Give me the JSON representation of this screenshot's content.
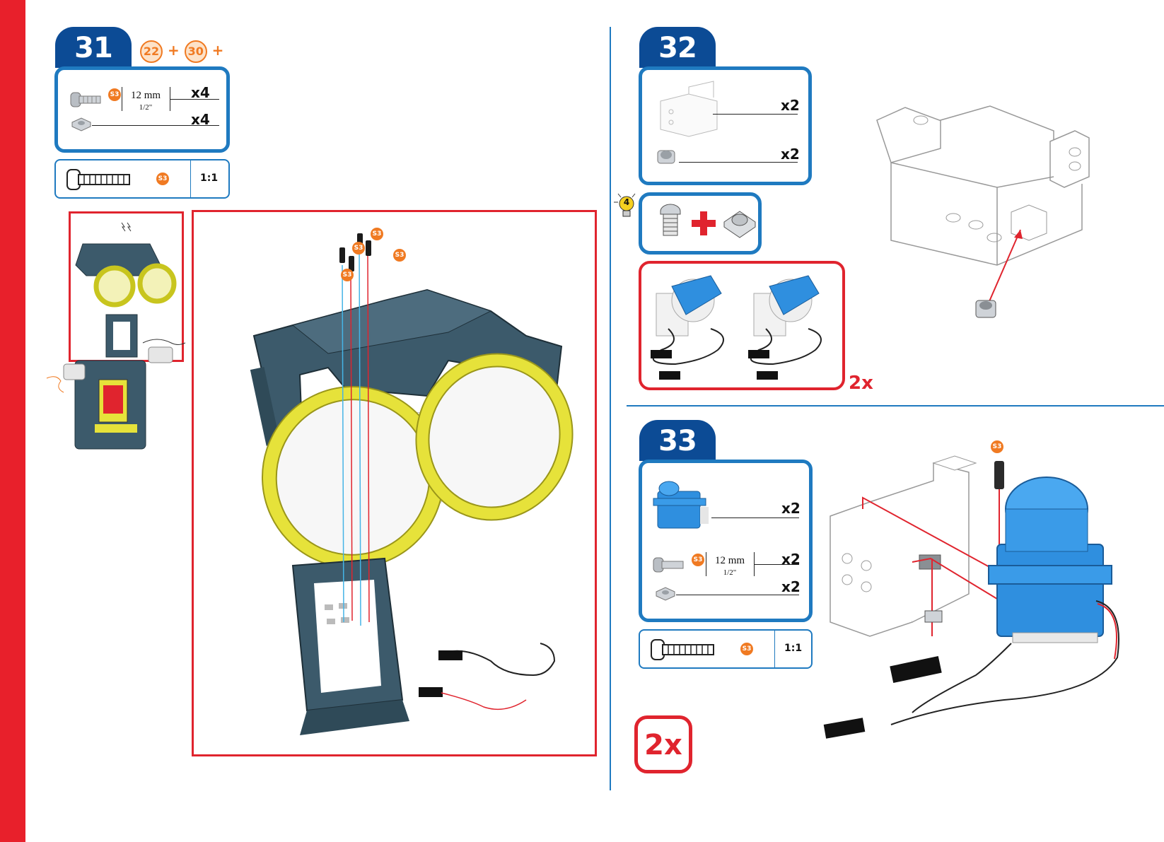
{
  "colors": {
    "accent_blue": "#1f7ac0",
    "step_tab": "#0c4b95",
    "red": "#e0242e",
    "orange": "#f07a22",
    "part_blue": "#2f8fdf",
    "frame_dark": "#3c5a6b",
    "ring_yellow": "#e6e23a"
  },
  "step31": {
    "number": "31",
    "prev_steps": [
      "22",
      "30"
    ],
    "plus": "+",
    "screw_badge": "S3",
    "length_mm": "12 mm",
    "length_in": "1/2\"",
    "screw_qty": "x4",
    "nut_qty": "x4",
    "scale_badge": "S3",
    "scale_ratio": "1:1",
    "callout_badges": [
      "S3",
      "S3",
      "S3",
      "S3"
    ]
  },
  "step32": {
    "number": "32",
    "bracket_qty": "x2",
    "nut_qty": "x2",
    "tip_number": "4",
    "repeat": "2x"
  },
  "step33": {
    "number": "33",
    "servo_qty": "x2",
    "screw_badge": "S3",
    "length_mm": "12 mm",
    "length_in": "1/2\"",
    "screw_qty": "x2",
    "nut_qty": "x2",
    "scale_badge": "S3",
    "scale_ratio": "1:1",
    "diagram_badge": "S3",
    "repeat": "2x"
  }
}
